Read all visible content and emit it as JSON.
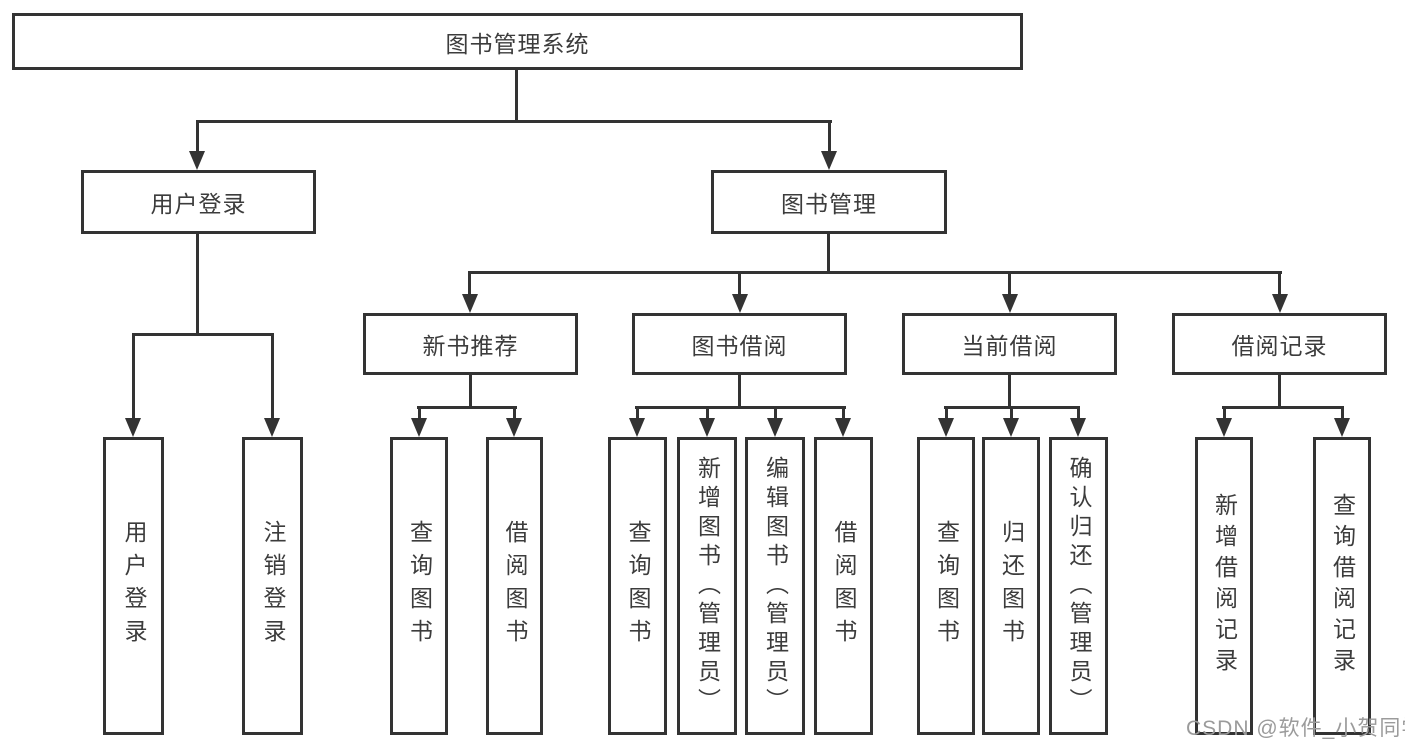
{
  "tree": {
    "root": "图书管理系统",
    "left": {
      "label": "用户登录",
      "children": [
        "用户登录",
        "注销登录"
      ]
    },
    "right": {
      "label": "图书管理",
      "groups": [
        {
          "label": "新书推荐",
          "children": [
            "查询图书",
            "借阅图书"
          ]
        },
        {
          "label": "图书借阅",
          "children": [
            "查询图书",
            "新增图书（管理员）",
            "编辑图书（管理员）",
            "借阅图书"
          ]
        },
        {
          "label": "当前借阅",
          "children": [
            "查询图书",
            "归还图书",
            "确认归还（管理员）"
          ]
        },
        {
          "label": "借阅记录",
          "children": [
            "新增借阅记录",
            "查询借阅记录"
          ]
        }
      ]
    }
  },
  "watermark": {
    "text": "CSDN @软件_小贺同学"
  },
  "colors": {
    "line": "#333333",
    "text": "#3c3c3c",
    "background": "#ffffff",
    "watermark": "#9b9b9b"
  }
}
